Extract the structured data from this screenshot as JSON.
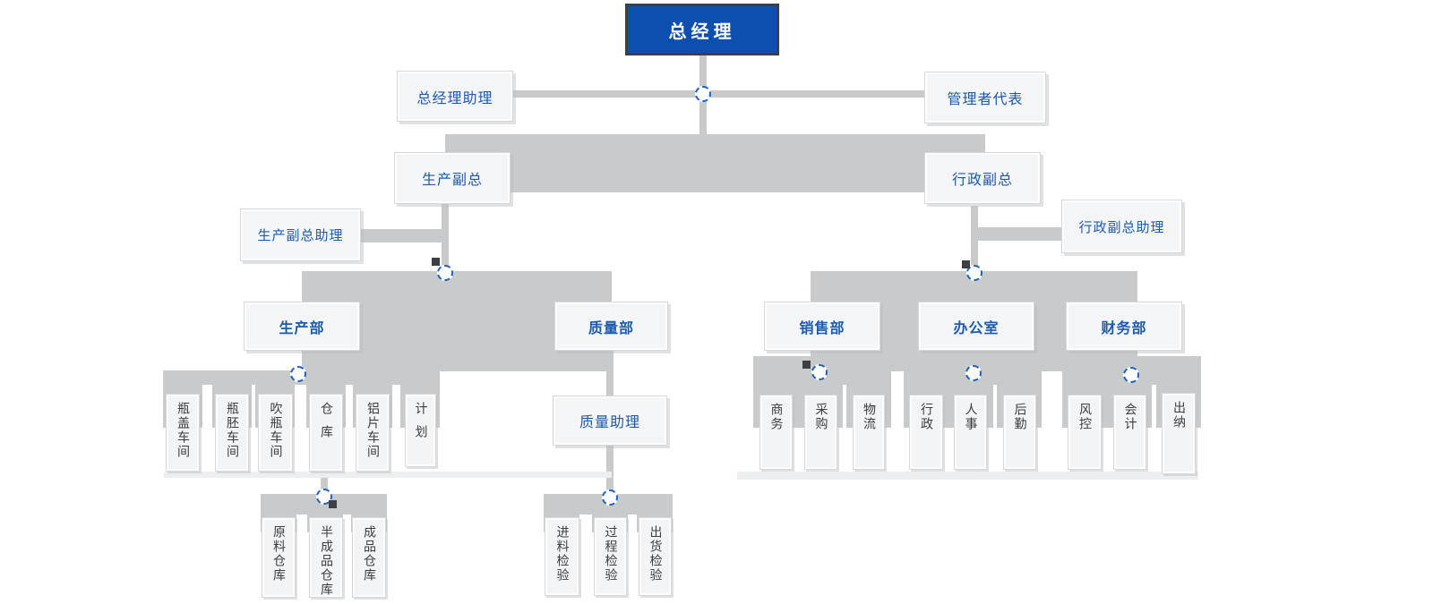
{
  "palette": {
    "root_node_fill": "#0d4fae",
    "root_node_border": "#3b4045",
    "label_blue": "#1d5bad",
    "leaf_text_dark": "#3b3d40",
    "connector_gray": "#c9cacb",
    "box_fill": "#f4f5f7",
    "junction_ring_blue": "#1f63c0"
  },
  "org": {
    "general_manager": "总经理",
    "gm_assistant": "总经理助理",
    "management_representative": "管理者代表",
    "production_vp": "生产副总",
    "admin_vp": "行政副总",
    "production_vp_assistant": "生产副总助理",
    "admin_vp_assistant": "行政副总助理",
    "departments": {
      "production": {
        "name": "生产部",
        "children": [
          "瓶盖车间",
          "瓶胚车间",
          "吹瓶车间",
          "仓库",
          "铝片车间",
          "计划"
        ]
      },
      "quality": {
        "name": "质量部",
        "assistant": "质量助理",
        "children": [
          "进料检验",
          "过程检验",
          "出货检验"
        ]
      },
      "sales": {
        "name": "销售部",
        "children": [
          "商务",
          "采购",
          "物流"
        ]
      },
      "office": {
        "name": "办公室",
        "children": [
          "行政",
          "人事",
          "后勤"
        ]
      },
      "finance": {
        "name": "财务部",
        "children": [
          "风控",
          "会计",
          "出纳"
        ]
      }
    },
    "warehouse_children": [
      "原料仓库",
      "半成品仓库",
      "成品仓库"
    ]
  }
}
